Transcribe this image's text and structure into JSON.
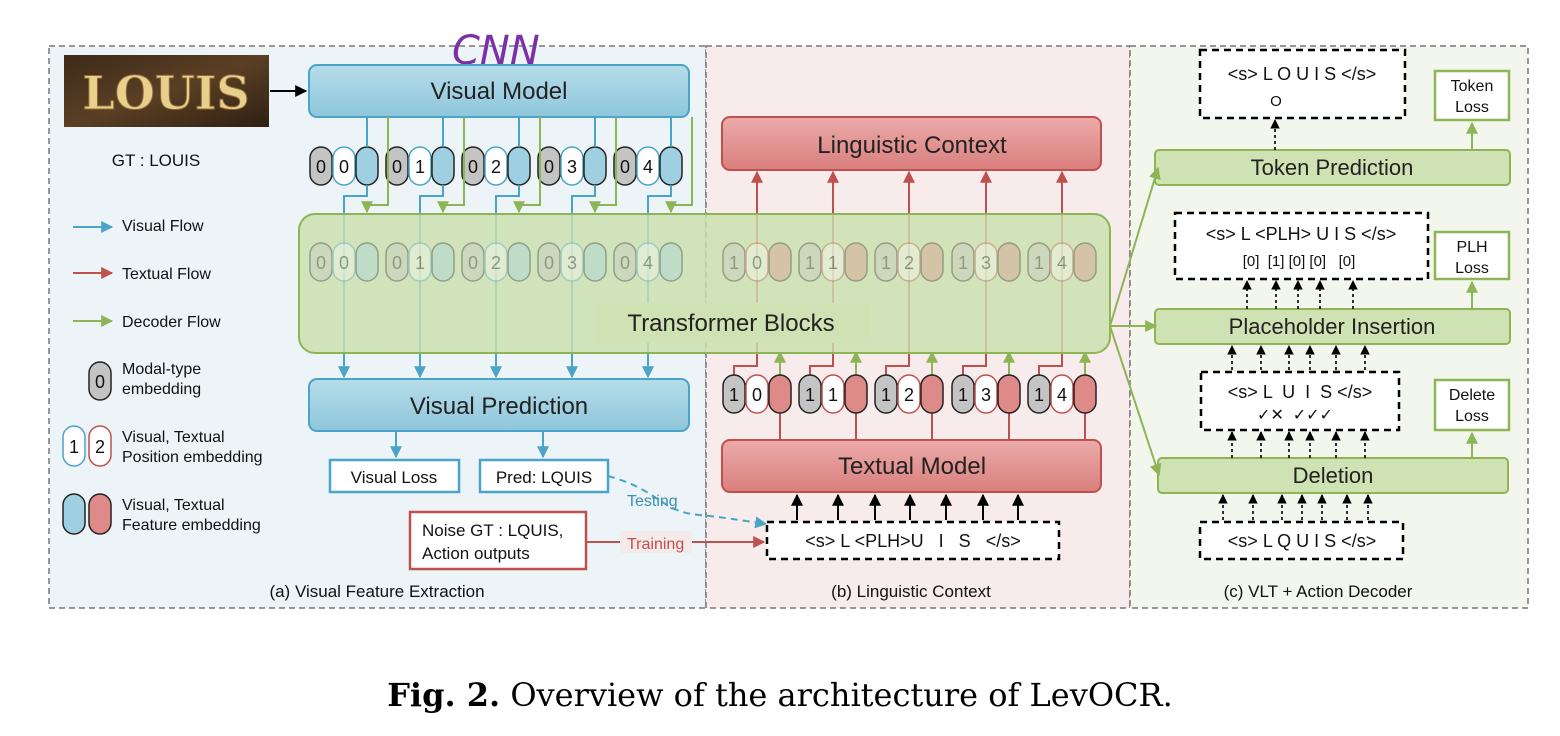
{
  "panels": {
    "a": "(a) Visual Feature Extraction",
    "b": "(b) Linguistic Context",
    "c": "(c) VLT + Action Decoder"
  },
  "annotation": "CNN",
  "input_image_text": "LOUIS",
  "gt_label": "GT : LOUIS",
  "legend": {
    "visual_flow": "Visual Flow",
    "textual_flow": "Textual Flow",
    "decoder_flow": "Decoder Flow",
    "modal_type_num": "0",
    "modal_type": [
      "Modal-type",
      "embedding"
    ],
    "pos_num_1": "1",
    "pos_num_2": "2",
    "position": [
      "Visual, Textual",
      "Position embedding"
    ],
    "feature": [
      "Visual, Textual",
      "Feature embedding"
    ]
  },
  "boxes": {
    "visual_model": "Visual Model",
    "linguistic_context": "Linguistic Context",
    "transformer": "Transformer Blocks",
    "visual_prediction": "Visual Prediction",
    "textual_model": "Textual Model",
    "visual_loss": "Visual Loss",
    "pred": "Pred: LQUIS",
    "noise_gt": [
      "Noise GT : LQUIS,",
      "Action outputs"
    ],
    "testing": "Testing",
    "training": "Training",
    "textual_input": "<s> L <PLH>U   I   S   </s>",
    "token_prediction": "Token Prediction",
    "placeholder_insertion": "Placeholder Insertion",
    "deletion": "Deletion",
    "token_loss": [
      "Token",
      "Loss"
    ],
    "plh_loss": [
      "PLH",
      "Loss"
    ],
    "delete_loss": [
      "Delete",
      "Loss"
    ],
    "output_seq": "<s> L O U I S </s>",
    "output_mark": "O",
    "plh_seq": "<s> L <PLH> U I S </s>",
    "plh_counts": "[0]  [1] [0] [0]   [0]",
    "del_seq": "<s> L  U  I  S </s>",
    "del_marks": "✓✕  ✓✓✓",
    "input_seq": "<s> L Q U I S </s>"
  },
  "visual_tokens": [
    {
      "modal": "0",
      "pos": "0"
    },
    {
      "modal": "0",
      "pos": "1"
    },
    {
      "modal": "0",
      "pos": "2"
    },
    {
      "modal": "0",
      "pos": "3"
    },
    {
      "modal": "0",
      "pos": "4"
    }
  ],
  "textual_tokens": [
    {
      "modal": "1",
      "pos": "0"
    },
    {
      "modal": "1",
      "pos": "1"
    },
    {
      "modal": "1",
      "pos": "2"
    },
    {
      "modal": "1",
      "pos": "3"
    },
    {
      "modal": "1",
      "pos": "4"
    }
  ],
  "caption": {
    "bold": "Fig. 2.",
    "text": "Overview of the architecture of LevOCR."
  },
  "colors": {
    "visual": "#4aa3c8",
    "visual_fill": "#9fd0e2",
    "textual": "#c0504d",
    "textual_fill": "#dd8a88",
    "decoder": "#8db556",
    "decoder_fill": "#cfe2b3"
  }
}
